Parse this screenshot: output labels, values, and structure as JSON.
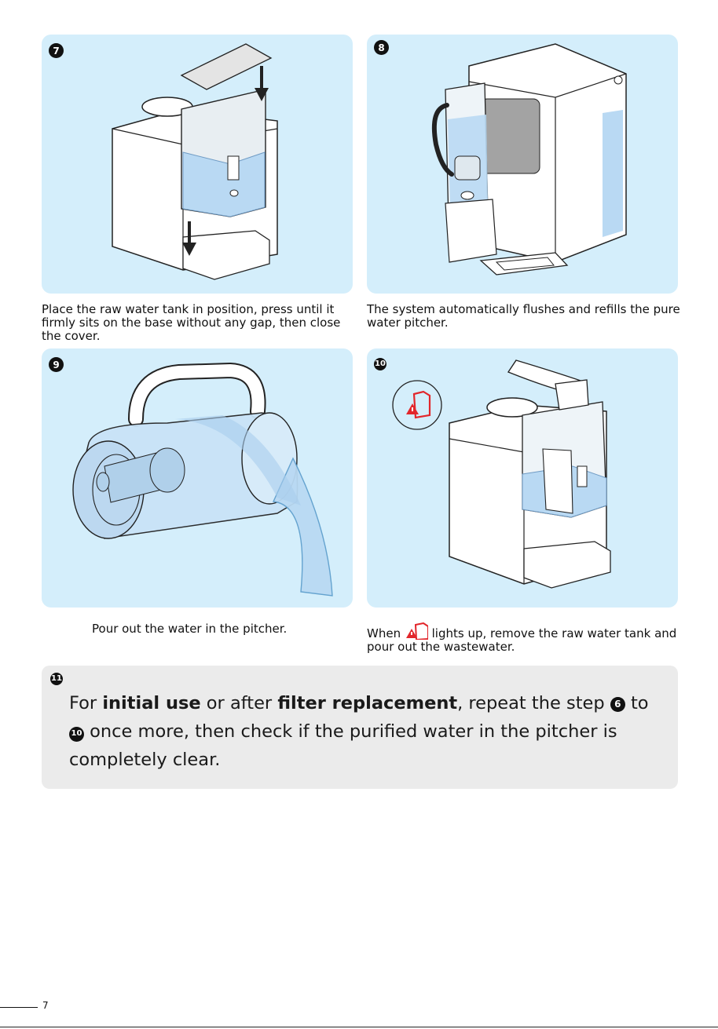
{
  "steps": {
    "s7": {
      "number": "7",
      "caption": "Place the raw water tank in position, press until it firmly sits on the base without any gap, then close the cover."
    },
    "s8": {
      "number": "8",
      "caption": "The system automatically flushes and refills the pure water pitcher."
    },
    "s9": {
      "number": "9",
      "caption": "Pour out the water in the pitcher."
    },
    "s10": {
      "number": "10",
      "caption_before": "When",
      "caption_after": "lights up, remove the raw water tank and pour out the wastewater."
    },
    "s11": {
      "number": "11",
      "text_1": "For ",
      "bold_1": "initial use",
      "text_2": " or after ",
      "bold_2": "filter replacement",
      "text_3": ", repeat the step ",
      "step_from": "6",
      "text_4": " to ",
      "step_to": "10",
      "text_5": " once more, then check if the purified water in the pitcher is completely clear."
    }
  },
  "footer": {
    "page_number": "7"
  },
  "icons": {
    "tank_alert": "tank-warning-icon",
    "arrow": "down-arrow-icon"
  },
  "colors": {
    "panel_bg": "#d4eefb",
    "water": "#b9d9f3",
    "alert_red": "#e2262b",
    "note_bg": "#ebebeb"
  }
}
